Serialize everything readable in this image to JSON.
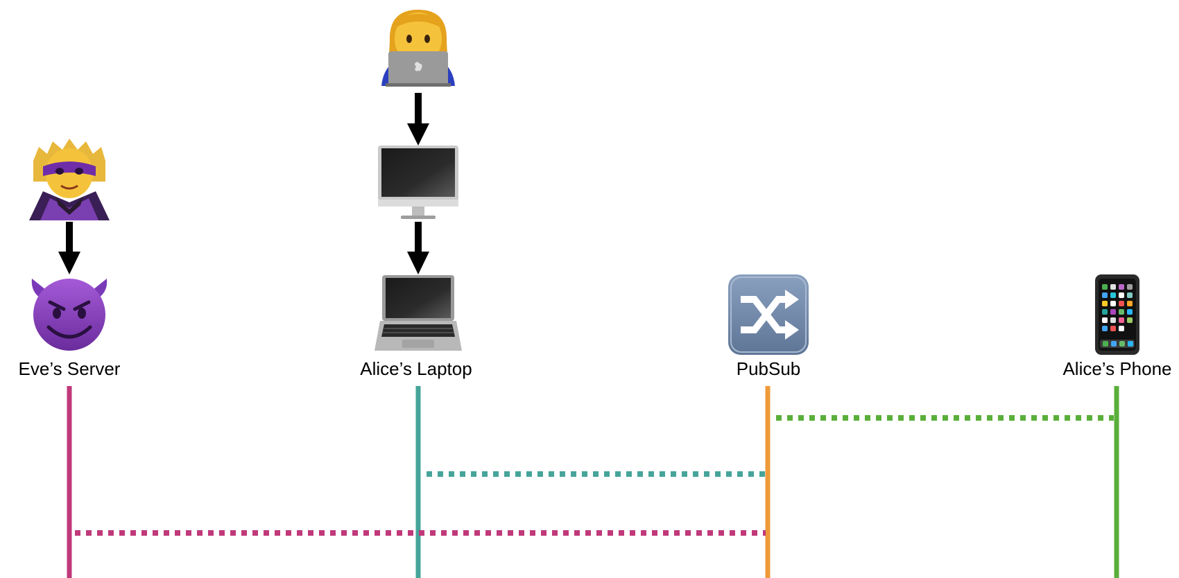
{
  "actors": [
    {
      "id": "eve-server",
      "label": "Eve’s Server",
      "icon": "smiling-devil-icon",
      "lifeline_color": "#c0397a"
    },
    {
      "id": "alice-laptop",
      "label": "Alice’s Laptop",
      "icon": "laptop-icon",
      "lifeline_color": "#46a49a"
    },
    {
      "id": "pubsub",
      "label": "PubSub",
      "icon": "shuffle-icon",
      "lifeline_color": "#ef9a3a"
    },
    {
      "id": "alice-phone",
      "label": "Alice’s Phone",
      "icon": "mobile-phone-icon",
      "lifeline_color": "#5aaf3a"
    }
  ],
  "people": [
    {
      "id": "eve",
      "icon": "supervillain-icon"
    },
    {
      "id": "alice",
      "icon": "woman-technologist-icon"
    }
  ],
  "devices": [
    {
      "id": "desktop",
      "icon": "desktop-computer-icon"
    }
  ],
  "messages": [
    {
      "from": "alice-phone",
      "to": "pubsub",
      "color": "#5aaf3a",
      "style": "dotted"
    },
    {
      "from": "pubsub",
      "to": "alice-laptop",
      "color": "#46a49a",
      "style": "dotted"
    },
    {
      "from": "pubsub",
      "to": "eve-server",
      "color": "#c0397a",
      "style": "dotted"
    }
  ],
  "links": [
    {
      "from": "eve",
      "to": "eve-server"
    },
    {
      "from": "alice",
      "to": "desktop"
    },
    {
      "from": "desktop",
      "to": "alice-laptop"
    }
  ]
}
